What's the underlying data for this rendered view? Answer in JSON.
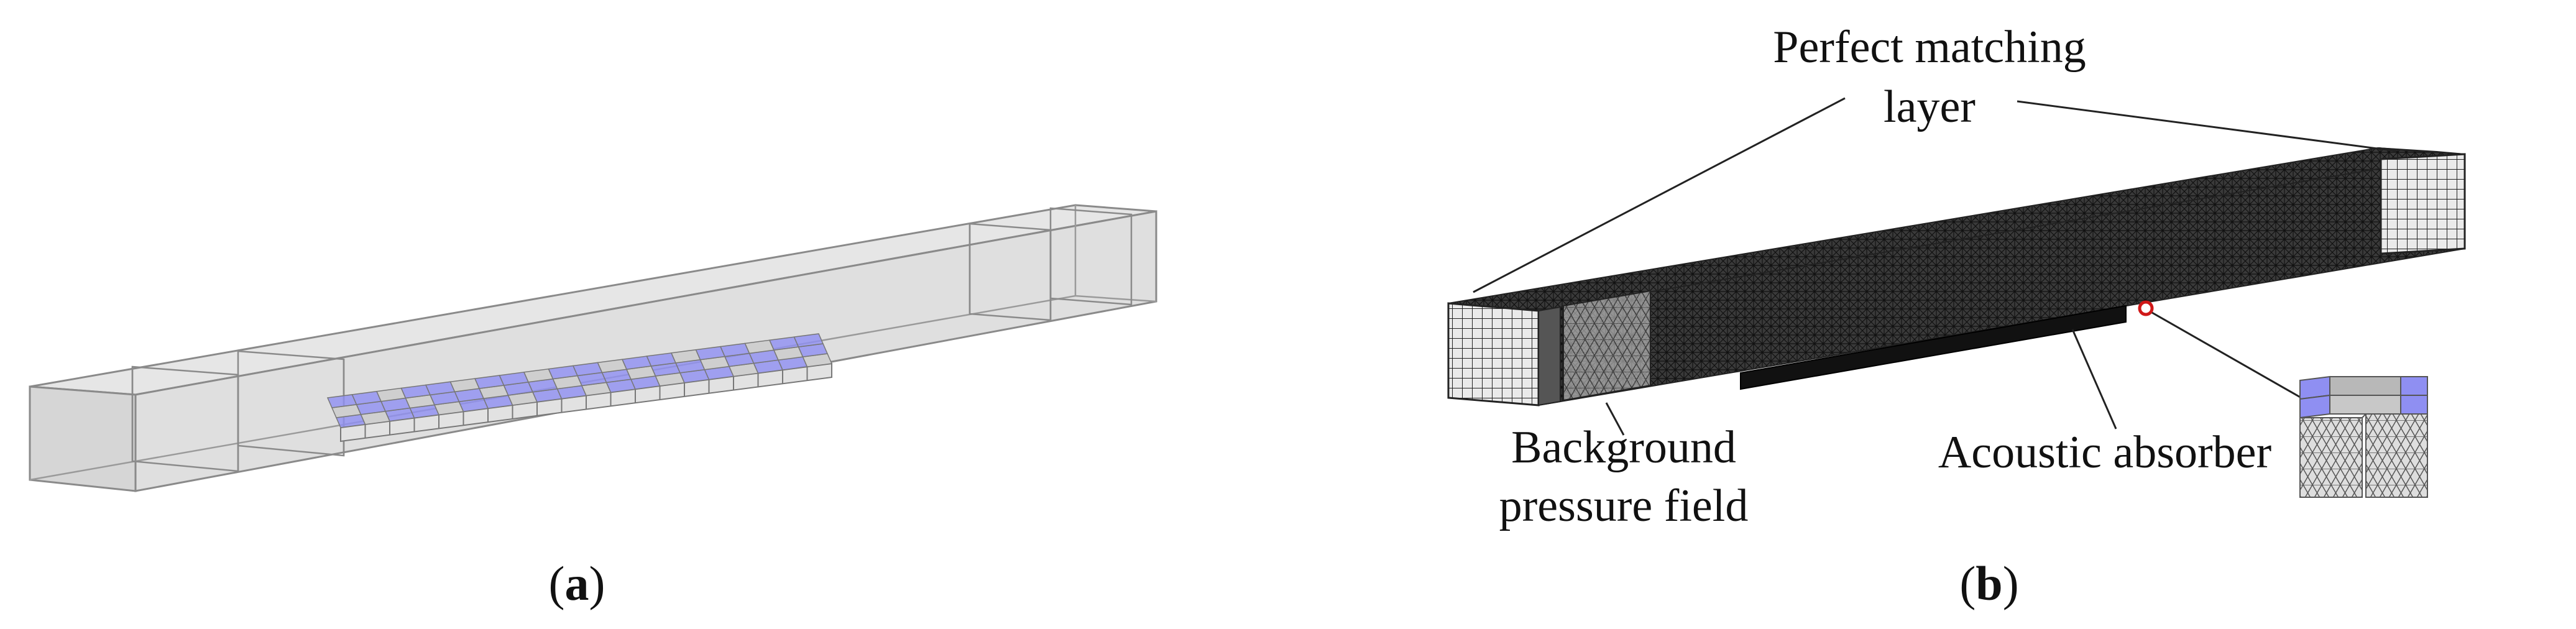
{
  "panel_a": {
    "caption_open": "(",
    "caption_letter": "a",
    "caption_close": ")",
    "array_columns": 20,
    "array_rows": 3
  },
  "panel_b": {
    "caption_open": "(",
    "caption_letter": "b",
    "caption_close": ")",
    "label_pml_line1": "Perfect matching",
    "label_pml_line2": "layer",
    "label_background_line1": "Background",
    "label_background_line2": "pressure field",
    "label_absorber": "Acoustic absorber"
  },
  "colors": {
    "duct_fill": "#dcdcdc",
    "duct_edge": "#8a8a8a",
    "absorber_blue": "#8f8ff2",
    "mesh_dark": "#2a2a2a",
    "highlight_red": "#d01818"
  }
}
